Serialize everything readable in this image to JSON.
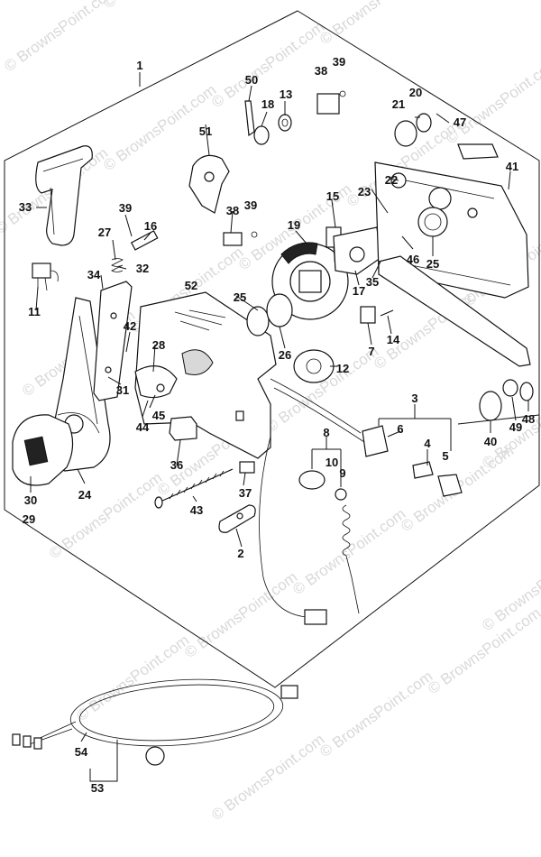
{
  "watermark": "© BrownsPoint.com",
  "callouts": [
    {
      "label": "1"
    },
    {
      "label": "2"
    },
    {
      "label": "3"
    },
    {
      "label": "4"
    },
    {
      "label": "5"
    },
    {
      "label": "6"
    },
    {
      "label": "7"
    },
    {
      "label": "8"
    },
    {
      "label": "9"
    },
    {
      "label": "10"
    },
    {
      "label": "11"
    },
    {
      "label": "12"
    },
    {
      "label": "13"
    },
    {
      "label": "14"
    },
    {
      "label": "15"
    },
    {
      "label": "16"
    },
    {
      "label": "17"
    },
    {
      "label": "18"
    },
    {
      "label": "19"
    },
    {
      "label": "20"
    },
    {
      "label": "21"
    },
    {
      "label": "22"
    },
    {
      "label": "23"
    },
    {
      "label": "24"
    },
    {
      "label": "25"
    },
    {
      "label": "25"
    },
    {
      "label": "26"
    },
    {
      "label": "27"
    },
    {
      "label": "28"
    },
    {
      "label": "29"
    },
    {
      "label": "30"
    },
    {
      "label": "31"
    },
    {
      "label": "32"
    },
    {
      "label": "33"
    },
    {
      "label": "34"
    },
    {
      "label": "35"
    },
    {
      "label": "36"
    },
    {
      "label": "37"
    },
    {
      "label": "38"
    },
    {
      "label": "38"
    },
    {
      "label": "39"
    },
    {
      "label": "39"
    },
    {
      "label": "39"
    },
    {
      "label": "40"
    },
    {
      "label": "41"
    },
    {
      "label": "42"
    },
    {
      "label": "43"
    },
    {
      "label": "44"
    },
    {
      "label": "45"
    },
    {
      "label": "46"
    },
    {
      "label": "47"
    },
    {
      "label": "48"
    },
    {
      "label": "49"
    },
    {
      "label": "50"
    },
    {
      "label": "51"
    },
    {
      "label": "52"
    },
    {
      "label": "53"
    },
    {
      "label": "54"
    }
  ]
}
